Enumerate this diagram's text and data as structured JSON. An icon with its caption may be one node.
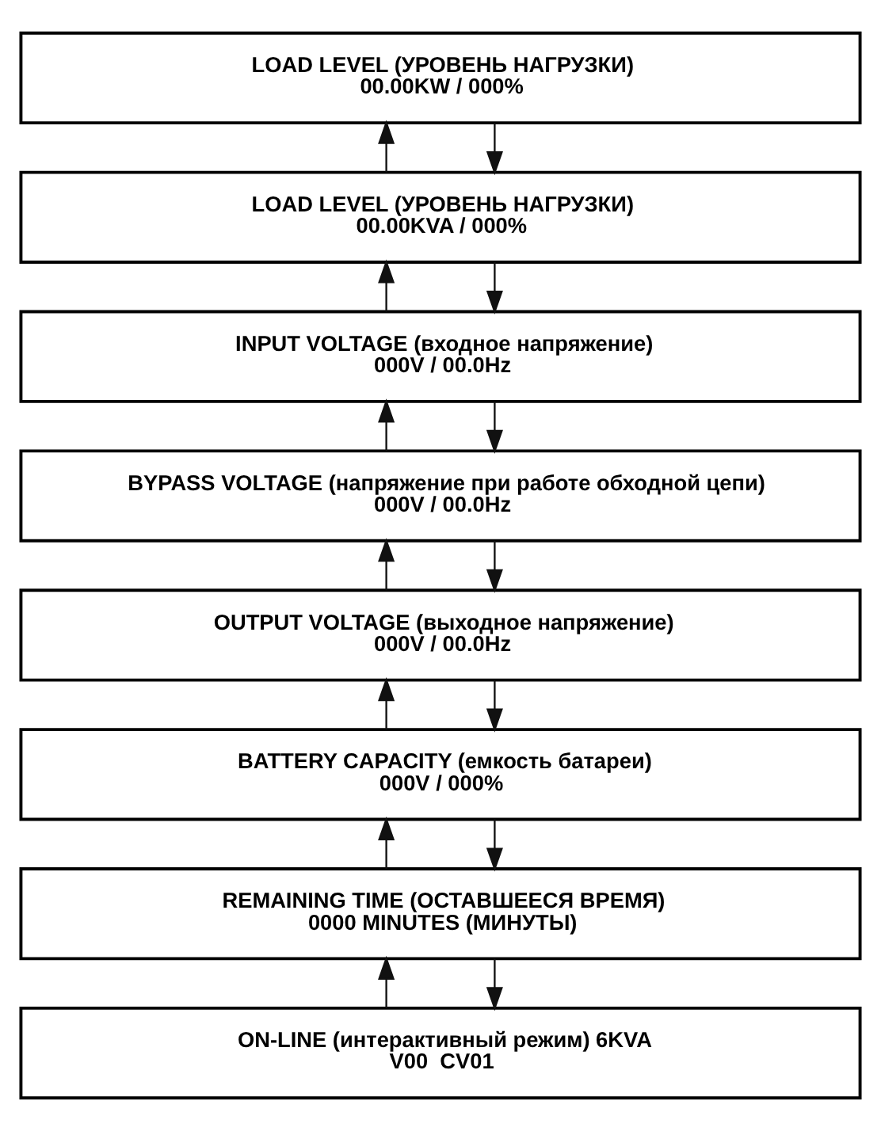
{
  "diagram": {
    "nodes": [
      {
        "text": [
          "LOAD LEVEL (УРОВЕНЬ НАГРУЗКИ)",
          "00.00KW / 000%"
        ]
      },
      {
        "text": [
          "LOAD LEVEL (УРОВЕНЬ НАГРУЗКИ)",
          "00.00KVA / 000%"
        ]
      },
      {
        "text": [
          "INPUT VOLTAGE (входное напряжение)",
          "000V / 00.0Hz"
        ]
      },
      {
        "text": [
          "BYPASS VOLTAGE (напряжение при работе обходной цепи)",
          "000V / 00.0Hz"
        ]
      },
      {
        "text": [
          "OUTPUT VOLTAGE (выходное напряжение)",
          "000V / 00.0Hz"
        ]
      },
      {
        "text": [
          "BATTERY CAPACITY (емкость батареи)",
          "000V / 000%"
        ]
      },
      {
        "text": [
          "REMAINING TIME (ОСТАВШЕЕСЯ ВРЕМЯ)",
          "0000 MINUTES (МИНУТЫ)"
        ]
      },
      {
        "text": [
          "ON-LINE (интерактивный режим) 6KVA",
          "V00  CV01"
        ]
      }
    ],
    "edges": [
      {
        "from": 1,
        "to": 0,
        "arrow": "to"
      },
      {
        "from": 0,
        "to": 1,
        "arrow": "to"
      },
      {
        "from": 2,
        "to": 1,
        "arrow": "to"
      },
      {
        "from": 1,
        "to": 2,
        "arrow": "to"
      },
      {
        "from": 3,
        "to": 2,
        "arrow": "to"
      },
      {
        "from": 2,
        "to": 3,
        "arrow": "to"
      },
      {
        "from": 4,
        "to": 3,
        "arrow": "to"
      },
      {
        "from": 3,
        "to": 4,
        "arrow": "to"
      },
      {
        "from": 5,
        "to": 4,
        "arrow": "to"
      },
      {
        "from": 4,
        "to": 5,
        "arrow": "to"
      },
      {
        "from": 6,
        "to": 5,
        "arrow": "to"
      },
      {
        "from": 5,
        "to": 6,
        "arrow": "to"
      },
      {
        "from": 7,
        "to": 6,
        "arrow": "to"
      },
      {
        "from": 6,
        "to": 7,
        "arrow": "to"
      }
    ]
  }
}
